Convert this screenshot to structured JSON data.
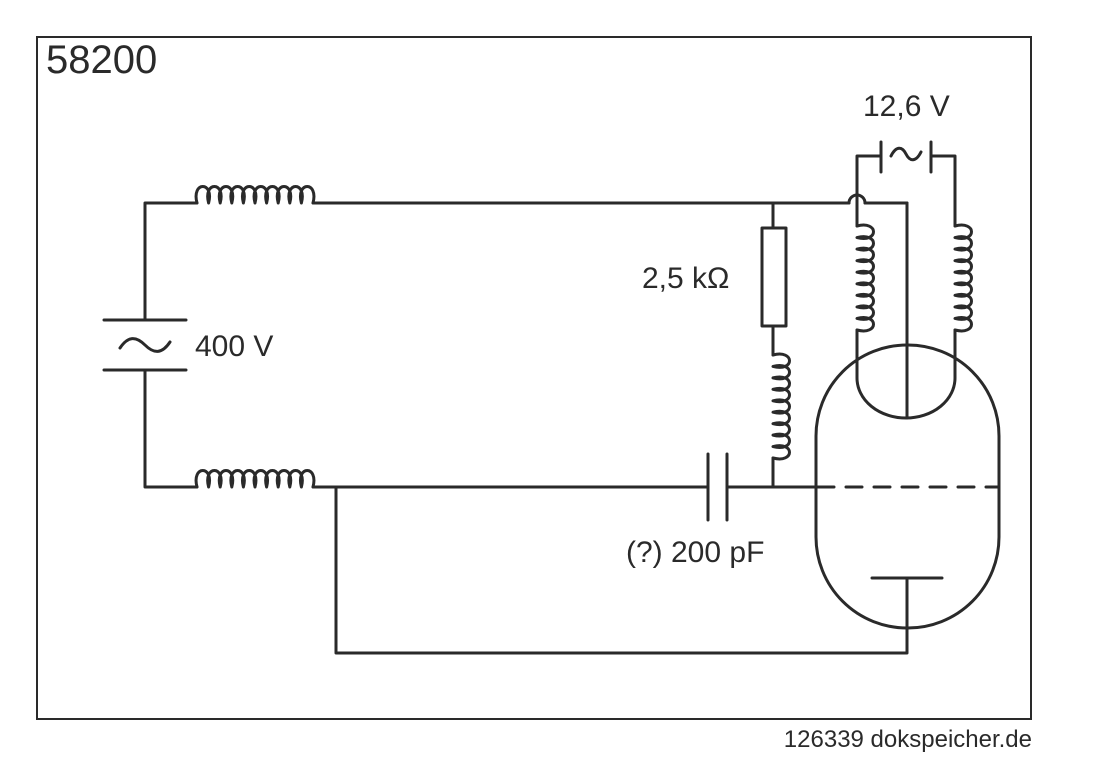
{
  "labels": {
    "figure_number": "58200",
    "heater_voltage": "12,6 V",
    "resistor": "2,5 kΩ",
    "supply_voltage": "400 V",
    "capacitor": "(?) 200 pF",
    "footer": "126339  dokspeicher.de"
  },
  "colors": {
    "line": "#2a2a2a",
    "background": "#ffffff"
  }
}
